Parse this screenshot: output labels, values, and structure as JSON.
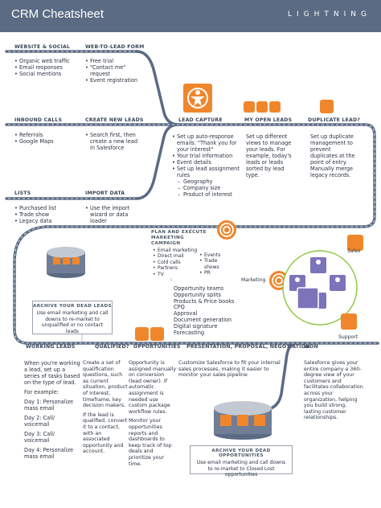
{
  "header": {
    "title": "CRM Cheatsheet",
    "brand": "LIGHTNING"
  },
  "sections": {
    "website_social": {
      "title": "WEBSITE & SOCIAL",
      "items": [
        "Organic web traffic",
        "Email responses",
        "Social mentions"
      ]
    },
    "web_to_lead": {
      "title": "WEB-TO-LEAD FORM",
      "items": [
        "Free trial",
        "\"Contact me\" request",
        "Event registration"
      ]
    },
    "inbound_calls": {
      "title": "INBOUND CALLS",
      "items": [
        "Referrals",
        "Google Maps"
      ]
    },
    "create_new_leads": {
      "title": "CREATE NEW LEADS",
      "items": [
        "Search first, then create a new lead in Salesforce"
      ]
    },
    "lists": {
      "title": "LISTS",
      "items": [
        "Purchased list",
        "Trade show",
        "Legacy data"
      ]
    },
    "import_data": {
      "title": "IMPORT DATA",
      "items": [
        "Use the import wizard or data loader"
      ]
    },
    "lead_capture": {
      "title": "LEAD CAPTURE",
      "items": [
        "Set up auto-response emails: \"Thank you for your interest\"",
        "Your trial information",
        "Event details",
        "Set up lead assignment rules"
      ],
      "subitems": [
        "Geography",
        "Company size",
        "Product of interest"
      ]
    },
    "my_open_leads": {
      "title": "MY OPEN LEADS",
      "body": "Set up different views to manage your leads. For example, today's leads or leads sorted by lead type."
    },
    "duplicate_lead": {
      "title": "DUPLICATE LEAD?",
      "body": "Set up duplicate management to prevent duplicates at the point of entry. Manually merge legacy records."
    },
    "plan_execute": {
      "title": "PLAN AND EXECUTE MARKETING CAMPAIGN",
      "col1": [
        "Email marketing",
        "Direct mail",
        "Cold calls",
        "Partners",
        "TV"
      ],
      "col2": [
        "Events",
        "Trade shows",
        "PR"
      ]
    },
    "archive_leads": {
      "title": "ARCHIVE YOUR DEAD LEADS",
      "body": "Use email marketing and call downs to re-market to unqualified or no contact leads"
    },
    "features": [
      "Opportunity teams",
      "Opportunity splits",
      "Products & Price books",
      "CPQ",
      "Approval",
      "Document generation",
      "Digital signature",
      "Forecasting"
    ],
    "hub": {
      "sales": "Sales",
      "marketing": "Marketing",
      "support": "Support"
    },
    "working_leads": {
      "title": "WORKING LEADS",
      "intro": "When you're working a lead, set up a series of tasks based on the type of lead.",
      "example_label": "For example:",
      "days": [
        "Day 1: Personalize mass email",
        "Day 2: Call/ voicemail",
        "Day 3: Call/ voicemail",
        "Day 4: Personalize mass email"
      ]
    },
    "qualified": {
      "title": "QUALIFIED?",
      "p1": "Create a set of qualification questions, such as current situation, product of interest, timeframe, key decision makers.",
      "p2": "If the lead is qualified, convert it to a contact, with an associated opportunity and account."
    },
    "opportunities": {
      "title": "OPPORTUNITIES",
      "p1": "Opportunity is assigned manually on conversion (lead owner). If automatic assignment is needed use custom package workflow rules.",
      "p2": "Monitor your opportunities reports and dashboards to keep track of top deals and prioritize your time."
    },
    "presentation": {
      "title": "PRESENTATION, PROPOSAL, NEGOTIATION",
      "body": "Customize Salesforce to fit your internal sales processes, making it easier to monitor your sales pipeline"
    },
    "won": {
      "title": "WON",
      "body": "Salesforce gives your entire company a 360-degree view of your customers and facilitates collaboration across your organization, helping you build strong, lasting customer relationships."
    },
    "archive_opps": {
      "title": "ARCHIVE YOUR DEAD OPPORTUNITIES",
      "body": "Use email marketing and call downs to re-market to Closed Lost opportunities"
    }
  },
  "colors": {
    "header": "#5b6b84",
    "road": "#5b6b84",
    "accent": "#f0862c",
    "hub_tile": "#7c74ba",
    "hub_ring": "#8cc63f"
  }
}
